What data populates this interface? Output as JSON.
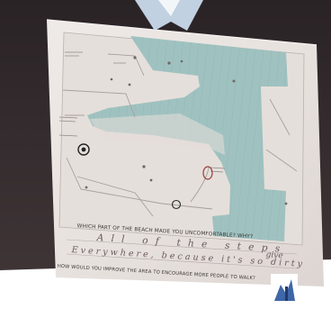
{
  "worksheet": {
    "question_1": "WHICH PART OF THE BEACH MADE YOU UNCOMFORTABLE? WHY?",
    "answer_line_1": "All of the steps",
    "answer_line_1b": "give",
    "answer_line_2": "Everywhere, because it's so dirty",
    "question_2": "HOW WOULD YOU IMPROVE THE AREA TO ENCOURAGE MORE PEOPLE TO WALK?"
  },
  "colors": {
    "water": "#9fc2c0",
    "paper": "#e9e4e0",
    "shadow": "#3b3436",
    "ink": "#6b5a62",
    "logo": "#3f66a8",
    "watermark": "#d3e4f6"
  },
  "icons": [
    "watermark-logo",
    "map-pin-icon",
    "sticker-logo"
  ]
}
